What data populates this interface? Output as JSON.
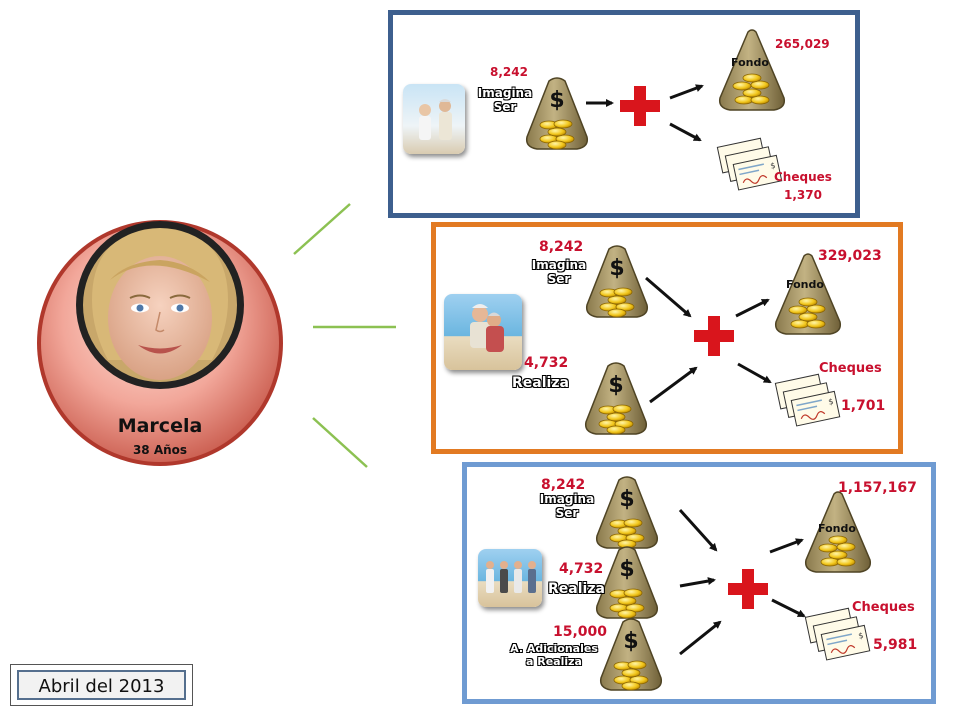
{
  "profile": {
    "name": "Marcela",
    "age": "38 Años"
  },
  "date_label": "Abril del 2013",
  "colors": {
    "accent_red": "#c8102e",
    "panel1_border": "#3d5f8e",
    "panel2_border": "#e27a22",
    "panel3_border": "#6f9bd2",
    "connector_green": "#8cc152"
  },
  "panels": [
    {
      "inputs": [
        {
          "amount": "8,242",
          "label_line1": "Imagina",
          "label_line2": "Ser"
        }
      ],
      "fund_label": "Fondo",
      "fund_value": "265,029",
      "cheques_label": "Cheques",
      "cheques_value": "1,370"
    },
    {
      "inputs": [
        {
          "amount": "8,242",
          "label_line1": "Imagina",
          "label_line2": "Ser"
        },
        {
          "amount": "4,732",
          "label_line1": "Realiza"
        }
      ],
      "fund_label": "Fondo",
      "fund_value": "329,023",
      "cheques_label": "Cheques",
      "cheques_value": "1,701"
    },
    {
      "inputs": [
        {
          "amount": "8,242",
          "label_line1": "Imagina",
          "label_line2": "Ser"
        },
        {
          "amount": "4,732",
          "label_line1": "Realiza"
        },
        {
          "amount": "15,000",
          "label_line1": "A. Adicionales",
          "label_line2": "a Realiza"
        }
      ],
      "fund_label": "Fondo",
      "fund_value": "1,157,167",
      "cheques_label": "Cheques",
      "cheques_value": "5,981"
    }
  ]
}
